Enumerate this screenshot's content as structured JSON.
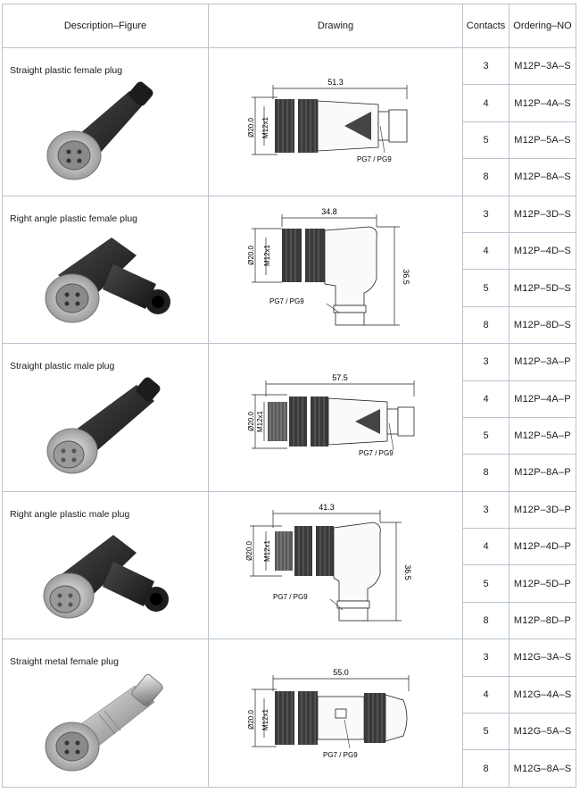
{
  "headers": {
    "description": "Description–Figure",
    "drawing": "Drawing",
    "contacts": "Contacts",
    "ordering": "Ordering–NO"
  },
  "products": [
    {
      "name": "Straight plastic female plug",
      "dims": {
        "length": "51.3",
        "diameter": "Ø20.0",
        "thread": "M12x1",
        "gland": "PG7 / PG9"
      },
      "rows": [
        {
          "contacts": "3",
          "order": "M12P–3A–S"
        },
        {
          "contacts": "4",
          "order": "M12P–4A–S"
        },
        {
          "contacts": "5",
          "order": "M12P–5A–S"
        },
        {
          "contacts": "8",
          "order": "M12P–8A–S"
        }
      ]
    },
    {
      "name": "Right angle plastic female plug",
      "dims": {
        "length": "34.8",
        "diameter": "Ø20.0",
        "thread": "M12x1",
        "gland": "PG7 / PG9",
        "height": "36.5"
      },
      "rows": [
        {
          "contacts": "3",
          "order": "M12P–3D–S"
        },
        {
          "contacts": "4",
          "order": "M12P–4D–S"
        },
        {
          "contacts": "5",
          "order": "M12P–5D–S"
        },
        {
          "contacts": "8",
          "order": "M12P–8D–S"
        }
      ]
    },
    {
      "name": "Straight plastic male plug",
      "dims": {
        "length": "57.5",
        "diameter": "Ø20.0",
        "thread": "M12x1",
        "gland": "PG7 / PG9"
      },
      "rows": [
        {
          "contacts": "3",
          "order": "M12P–3A–P"
        },
        {
          "contacts": "4",
          "order": "M12P–4A–P"
        },
        {
          "contacts": "5",
          "order": "M12P–5A–P"
        },
        {
          "contacts": "8",
          "order": "M12P–8A–P"
        }
      ]
    },
    {
      "name": "Right angle plastic male  plug",
      "dims": {
        "length": "41.3",
        "diameter": "Ø20.0",
        "thread": "M12x1",
        "gland": "PG7 / PG9",
        "height": "36.5"
      },
      "rows": [
        {
          "contacts": "3",
          "order": "M12P–3D–P"
        },
        {
          "contacts": "4",
          "order": "M12P–4D–P"
        },
        {
          "contacts": "5",
          "order": "M12P–5D–P"
        },
        {
          "contacts": "8",
          "order": "M12P–8D–P"
        }
      ]
    },
    {
      "name": "Straight metal female plug",
      "dims": {
        "length": "55.0",
        "diameter": "Ø20.0",
        "thread": "M12x1",
        "gland": "PG7 / PG9"
      },
      "rows": [
        {
          "contacts": "3",
          "order": "M12G–3A–S"
        },
        {
          "contacts": "4",
          "order": "M12G–4A–S"
        },
        {
          "contacts": "5",
          "order": "M12G–5A–S"
        },
        {
          "contacts": "8",
          "order": "M12G–8A–S"
        }
      ]
    }
  ],
  "colors": {
    "grid": "#b9c4cf",
    "plastic": "#2b2b2b",
    "metal": "#b8b8b8",
    "line": "#222222"
  }
}
